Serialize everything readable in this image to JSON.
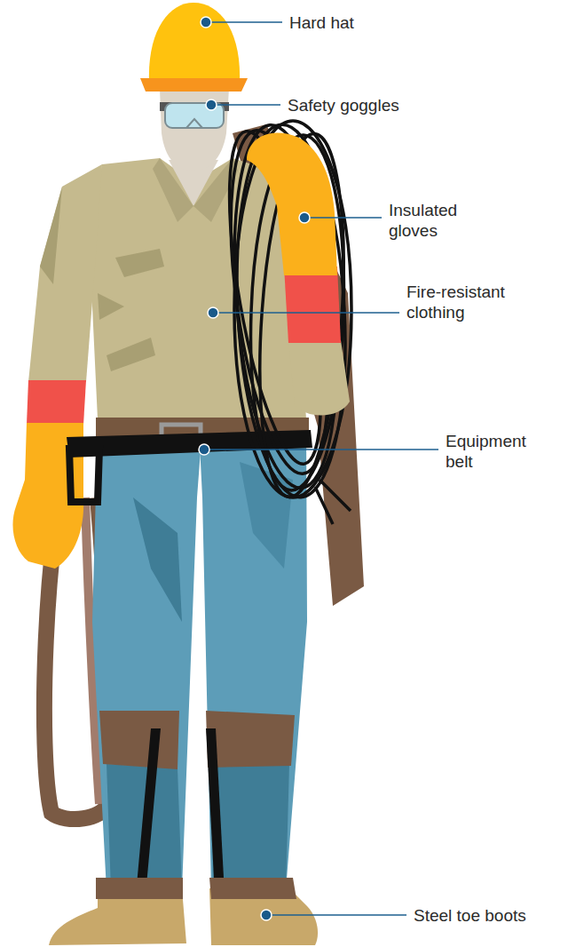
{
  "diagram": {
    "labels": [
      "Hard hat",
      "Safety goggles",
      "Insulated gloves",
      "Fire-resistant clothing",
      "Equipment belt",
      "Steel toe boots"
    ]
  }
}
